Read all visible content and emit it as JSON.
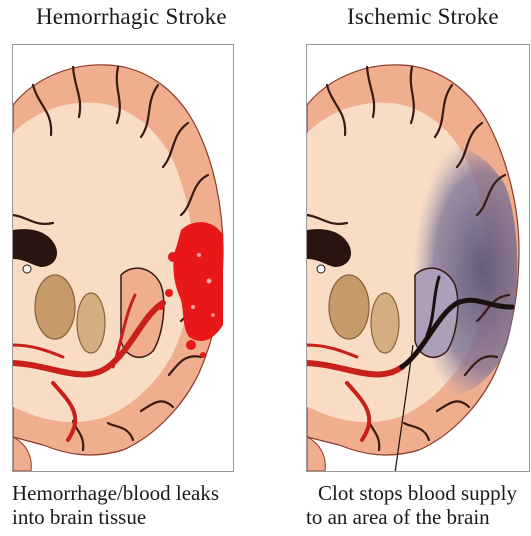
{
  "left": {
    "title": "Hemorrhagic Stroke",
    "caption_line1": "Hemorrhage/blood leaks",
    "caption_line2": "into brain tissue"
  },
  "right": {
    "title": "Ischemic Stroke",
    "caption_line1": "Clot stops blood supply",
    "caption_line2": "to an area of the brain"
  },
  "colors": {
    "cortex": "#f0ae8e",
    "white_matter": "#f8dcc4",
    "sulci": "#3a1a14",
    "vessel": "#c8201a",
    "hemorrhage": "#e81818",
    "ischemia": "#6f6585",
    "basal_ganglia": "#c79a6a"
  }
}
